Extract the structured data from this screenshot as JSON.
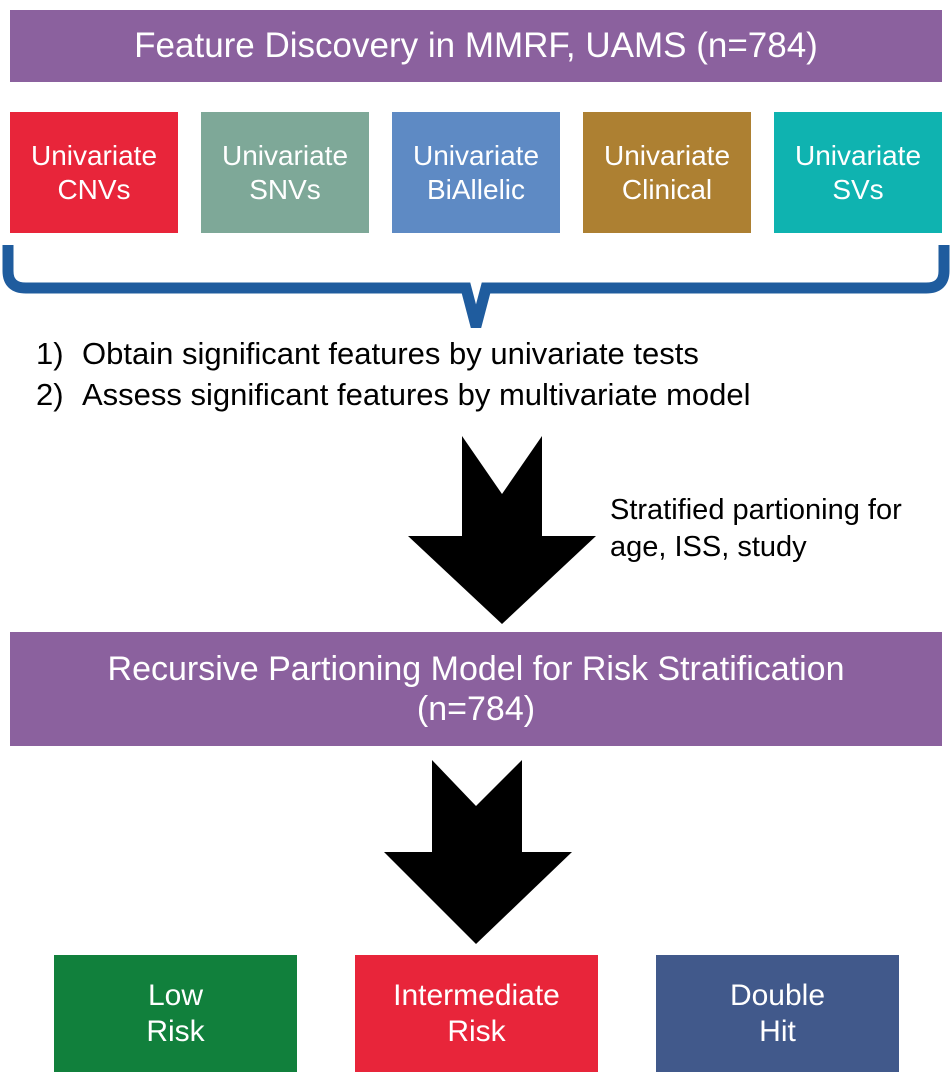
{
  "colors": {
    "banner_purple": "#8b619e",
    "brace_blue": "#1f5c9e",
    "arrow_black": "#000000",
    "text_white": "#ffffff",
    "text_black": "#000000",
    "background": "#ffffff"
  },
  "header": {
    "title": "Feature Discovery in MMRF, UAMS (n=784)"
  },
  "feature_boxes": [
    {
      "line1": "Univariate",
      "line2": "CNVs",
      "color": "#e8253a"
    },
    {
      "line1": "Univariate",
      "line2": "SNVs",
      "color": "#7ea898"
    },
    {
      "line1": "Univariate",
      "line2": "BiAllelic",
      "color": "#5e8ac4"
    },
    {
      "line1": "Univariate",
      "line2": "Clinical",
      "color": "#ad8032"
    },
    {
      "line1": "Univariate",
      "line2": "SVs",
      "color": "#0fb3b0"
    }
  ],
  "steps": [
    {
      "number": "1)",
      "text": "Obtain significant features by univariate tests"
    },
    {
      "number": "2)",
      "text": "Assess significant features by multivariate model"
    }
  ],
  "annotation": {
    "line1": "Stratified partioning for",
    "line2": "age, ISS, study"
  },
  "model_banner": {
    "line1": "Recursive Partioning Model for Risk Stratification",
    "line2": "(n=784)"
  },
  "outcomes": [
    {
      "line1": "Low",
      "line2": "Risk",
      "color": "#11803c"
    },
    {
      "line1": "Intermediate",
      "line2": "Risk",
      "color": "#e8253a"
    },
    {
      "line1": "Double",
      "line2": "Hit",
      "color": "#41598b"
    }
  ]
}
